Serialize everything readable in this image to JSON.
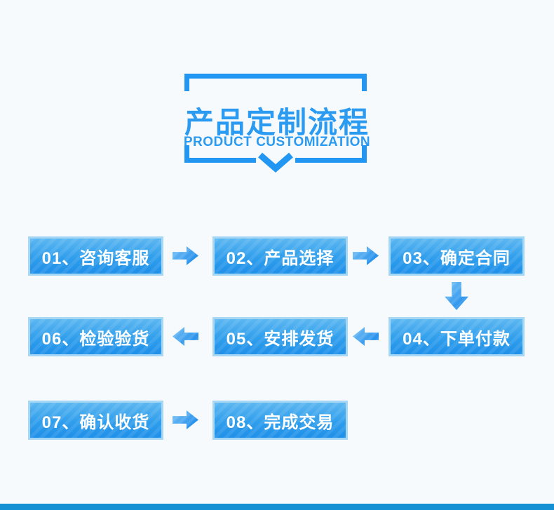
{
  "page": {
    "background_color": "#f7fafc",
    "accent_color": "#2196f3",
    "footer_bar_color": "#1590d3"
  },
  "header": {
    "title": "产品定制流程",
    "subtitle": "PRODUCT CUSTOMIZATION"
  },
  "steps": [
    {
      "label": "01、咨询客服"
    },
    {
      "label": "02、产品选择"
    },
    {
      "label": "03、确定合同"
    },
    {
      "label": "04、下单付款"
    },
    {
      "label": "05、安排发货"
    },
    {
      "label": "06、检验验货"
    },
    {
      "label": "07、确认收货"
    },
    {
      "label": "08、完成交易"
    }
  ],
  "colors": {
    "box_border": "#a6d8f6",
    "box_gradient_top": "#5cb7f1",
    "box_gradient_bottom": "#1f90e9",
    "box_text": "#ffffff"
  }
}
